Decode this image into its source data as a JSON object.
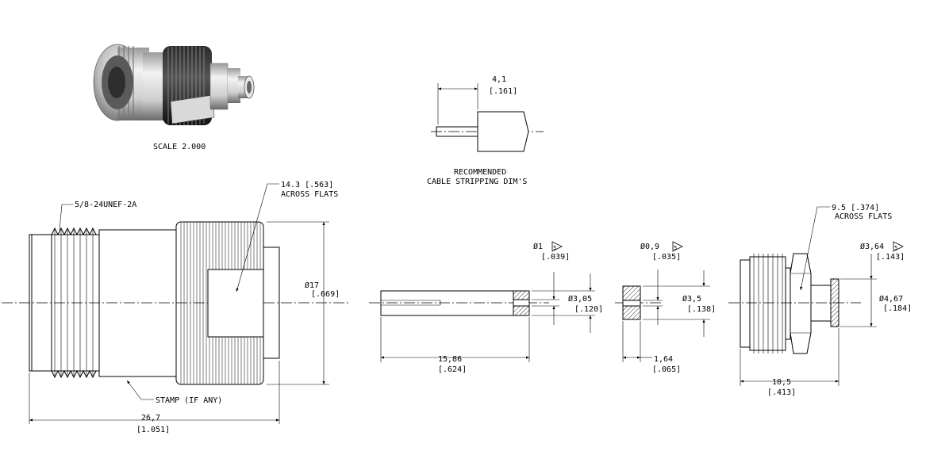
{
  "views": {
    "iso": {
      "scale_label": "SCALE  2.000"
    },
    "stripping": {
      "dim_value": "4,1",
      "dim_inch": "[.161]",
      "caption_line1": "RECOMMENDED",
      "caption_line2": "CABLE STRIPPING DIM'S"
    },
    "connector": {
      "thread_label": "5/8-24UNEF-2A",
      "flats_value": "14.3 [.563]",
      "flats_text": "ACROSS FLATS",
      "dia_value": "Ø17",
      "dia_inch": "[.669]",
      "stamp_label": "STAMP (IF ANY)",
      "length_value": "26,7",
      "length_inch": "[1.051]"
    },
    "pin": {
      "tip_dia": "Ø1",
      "tip_dia_inch": "[.039]",
      "tip_note": "5",
      "body_dia": "Ø3,05",
      "body_dia_inch": "[.120]",
      "length_value": "15,86",
      "length_inch": "[.624]"
    },
    "insulator": {
      "hole_dia": "Ø0,9",
      "hole_dia_inch": "[.035]",
      "hole_note": "5",
      "outer_dia": "Ø3,5",
      "outer_dia_inch": "[.138]",
      "width_value": "1,64",
      "width_inch": "[.065]"
    },
    "body": {
      "flats_value": "9.5 [.374]",
      "flats_text": "ACROSS FLATS",
      "bore_dia": "Ø3,64",
      "bore_dia_inch": "[.143]",
      "bore_note": "5",
      "outer_dia": "Ø4,67",
      "outer_dia_inch": "[.184]",
      "length_value": "10,5",
      "length_inch": "[.413]"
    }
  }
}
